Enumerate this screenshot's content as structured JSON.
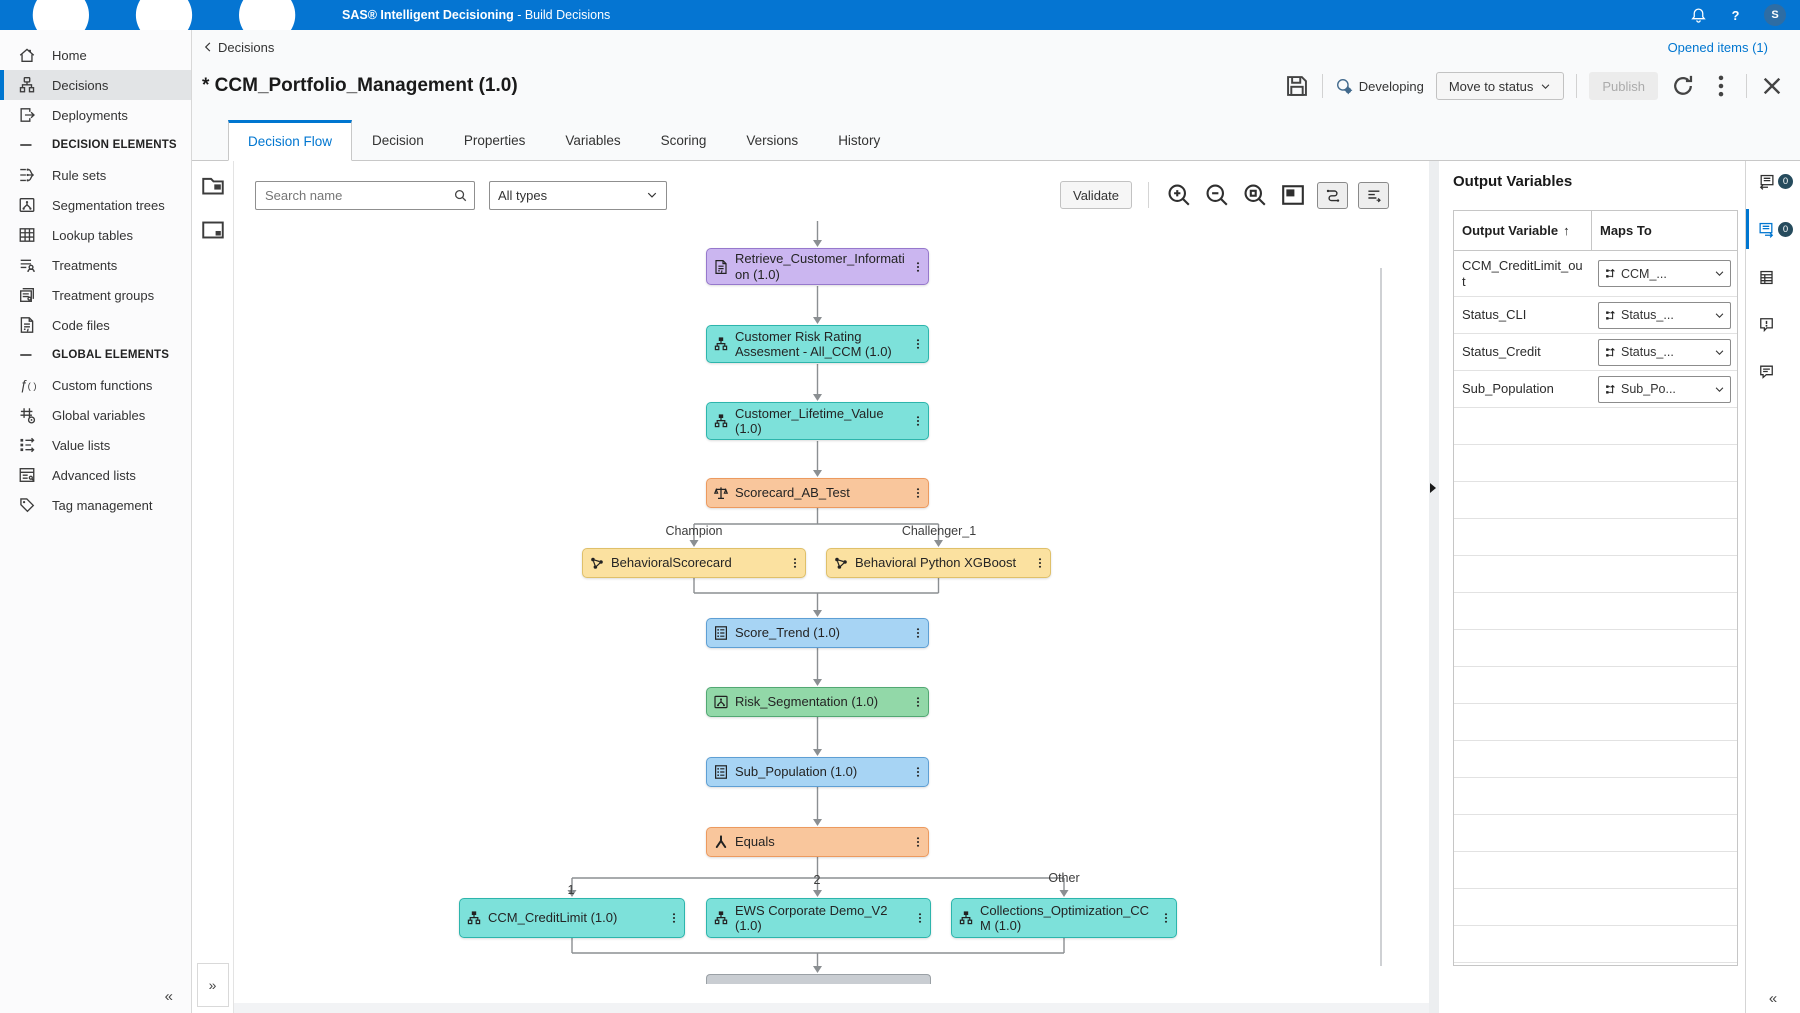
{
  "app_bar": {
    "product": "SAS® Intelligent Decisioning",
    "context": " - Build Decisions",
    "user_initial": "S"
  },
  "colors": {
    "app_bar": "#0575d2",
    "accent": "#0076d0",
    "link": "#0076d0",
    "badge": "#264b5d",
    "nodes": {
      "purple": {
        "bg": "#cbb6f0",
        "border": "#9678cc"
      },
      "teal": {
        "bg": "#7de1da",
        "border": "#2db5ac"
      },
      "orange": {
        "bg": "#f9c69c",
        "border": "#ec9a5f"
      },
      "yellow": {
        "bg": "#fbe1a0",
        "border": "#dfc06a"
      },
      "blue": {
        "bg": "#a7d4f4",
        "border": "#5e9fd4"
      },
      "green": {
        "bg": "#92d8a8",
        "border": "#52a873"
      },
      "gray": {
        "bg": "#c9cdd2",
        "border": "#9aa0a5"
      }
    }
  },
  "sidebar": {
    "items": [
      {
        "label": "Home",
        "icon": "home"
      },
      {
        "label": "Decisions",
        "icon": "decisions",
        "selected": true
      },
      {
        "label": "Deployments",
        "icon": "deployments"
      },
      {
        "label": "DECISION ELEMENTS",
        "icon": "dash",
        "header": true
      },
      {
        "label": "Rule sets",
        "icon": "rulesets"
      },
      {
        "label": "Segmentation trees",
        "icon": "segtree"
      },
      {
        "label": "Lookup tables",
        "icon": "lookup"
      },
      {
        "label": "Treatments",
        "icon": "treatments"
      },
      {
        "label": "Treatment groups",
        "icon": "treatmentgroups"
      },
      {
        "label": "Code files",
        "icon": "codefile"
      },
      {
        "label": "GLOBAL ELEMENTS",
        "icon": "dash",
        "header": true
      },
      {
        "label": "Custom functions",
        "icon": "functions"
      },
      {
        "label": "Global variables",
        "icon": "globalvars"
      },
      {
        "label": "Value lists",
        "icon": "valuelists"
      },
      {
        "label": "Advanced lists",
        "icon": "advancedlists"
      },
      {
        "label": "Tag management",
        "icon": "tag"
      }
    ],
    "collapse": "«"
  },
  "breadcrumb": {
    "back_label": "Decisions",
    "opened_items": "Opened items (1)"
  },
  "header": {
    "title": "* CCM_Portfolio_Management (1.0)",
    "status": "Developing",
    "move_to_status": "Move to status",
    "publish": "Publish"
  },
  "tabs": [
    {
      "label": "Decision Flow",
      "active": true
    },
    {
      "label": "Decision"
    },
    {
      "label": "Properties"
    },
    {
      "label": "Variables"
    },
    {
      "label": "Scoring"
    },
    {
      "label": "Versions"
    },
    {
      "label": "History"
    }
  ],
  "toolbar": {
    "search_placeholder": "Search name",
    "type_filter": "All types",
    "validate": "Validate"
  },
  "flow": {
    "nodes": [
      {
        "id": "retrieve",
        "label": "Retrieve_Customer_Information (1.0)",
        "color": "purple",
        "icon": "codefile"
      },
      {
        "id": "risk_rating",
        "label": "Customer Risk Rating Assesment - All_CCM (1.0)",
        "color": "teal",
        "icon": "decisionnode"
      },
      {
        "id": "clv",
        "label": "Customer_Lifetime_Value (1.0)",
        "color": "teal",
        "icon": "decisionnode"
      },
      {
        "id": "ab_test",
        "label": "Scorecard_AB_Test",
        "color": "orange",
        "icon": "scale"
      },
      {
        "id": "behavioral_sc",
        "label": "BehavioralScorecard",
        "color": "yellow",
        "icon": "model"
      },
      {
        "id": "xgboost",
        "label": "Behavioral Python XGBoost",
        "color": "yellow",
        "icon": "model"
      },
      {
        "id": "score_trend",
        "label": "Score_Trend (1.0)",
        "color": "blue",
        "icon": "rulesetnode"
      },
      {
        "id": "risk_seg",
        "label": "Risk_Segmentation (1.0)",
        "color": "green",
        "icon": "segtreenode"
      },
      {
        "id": "sub_pop",
        "label": "Sub_Population (1.0)",
        "color": "blue",
        "icon": "rulesetnode"
      },
      {
        "id": "equals",
        "label": "Equals",
        "color": "orange",
        "icon": "branch"
      },
      {
        "id": "ccm_cl",
        "label": "CCM_CreditLimit (1.0)",
        "color": "teal",
        "icon": "decisionnode"
      },
      {
        "id": "ews",
        "label": "EWS Corporate Demo_V2 (1.0)",
        "color": "teal",
        "icon": "decisionnode"
      },
      {
        "id": "collections",
        "label": "Collections_Optimization_CCM (1.0)",
        "color": "teal",
        "icon": "decisionnode"
      }
    ],
    "edge_labels": {
      "champion": "Champion",
      "challenger": "Challenger_1",
      "one": "1",
      "two": "2",
      "other": "Other"
    }
  },
  "output_panel": {
    "title": "Output Variables",
    "col_variable": "Output Variable",
    "sort_arrow": "↑",
    "col_maps_to": "Maps To",
    "rows": [
      {
        "variable": "CCM_CreditLimit_out",
        "maps_to": "CCM_..."
      },
      {
        "variable": "Status_CLI",
        "maps_to": "Status_..."
      },
      {
        "variable": "Status_Credit",
        "maps_to": "Status_..."
      },
      {
        "variable": "Sub_Population",
        "maps_to": "Sub_Po..."
      }
    ],
    "empty_rows": 15,
    "rail": [
      {
        "name": "input-variables",
        "icon": "panelin",
        "badge": "0"
      },
      {
        "name": "output-variables",
        "icon": "panelout",
        "badge": "0",
        "selected": true
      },
      {
        "name": "properties",
        "icon": "proptable"
      },
      {
        "name": "messages",
        "icon": "alert"
      },
      {
        "name": "comments",
        "icon": "comment"
      }
    ],
    "collapse": "«"
  },
  "palette": {
    "expand": "»"
  }
}
